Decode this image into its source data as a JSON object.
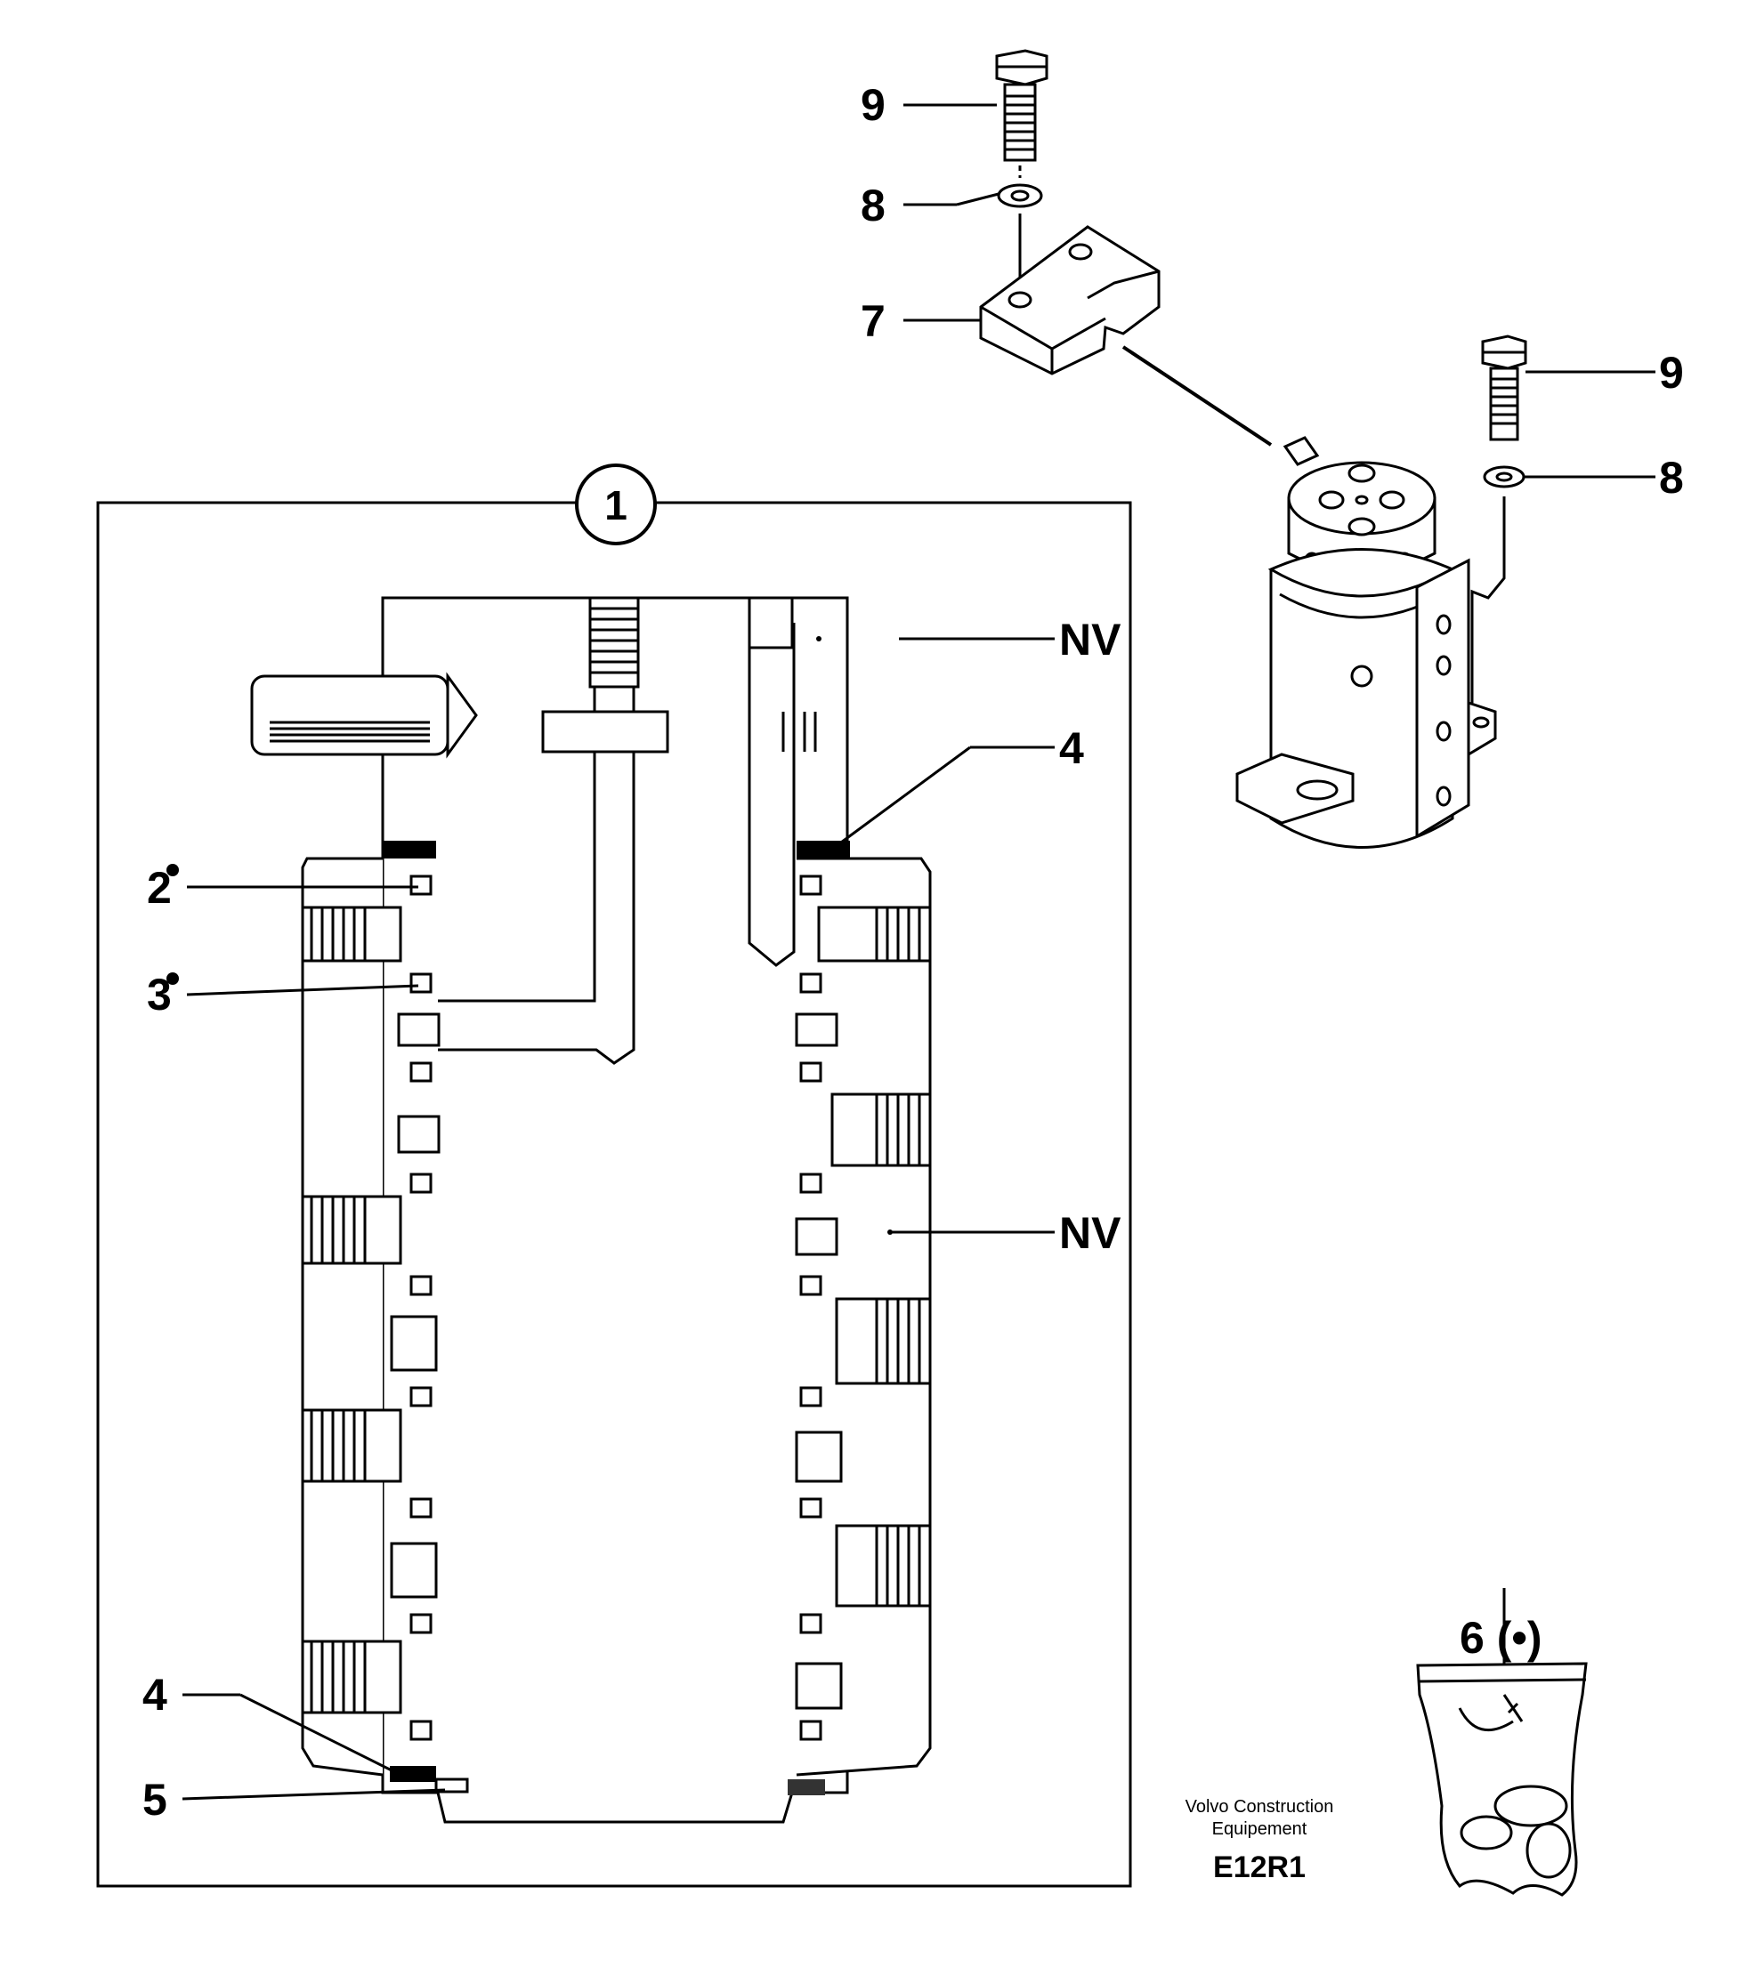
{
  "callouts": {
    "item_1": "1",
    "item_2": "2",
    "item_3": "3",
    "item_4_top": "4",
    "item_4_bottom": "4",
    "item_5": "5",
    "item_6": "6 (•)",
    "item_7": "7",
    "item_8_left": "8",
    "item_8_right": "8",
    "item_9_left": "9",
    "item_9_right": "9",
    "nv_top": "NV",
    "nv_mid": "NV"
  },
  "footer": {
    "brand_line_1": "Volvo Construction",
    "brand_line_2": "Equipement",
    "drawing_code": "E12R1"
  }
}
